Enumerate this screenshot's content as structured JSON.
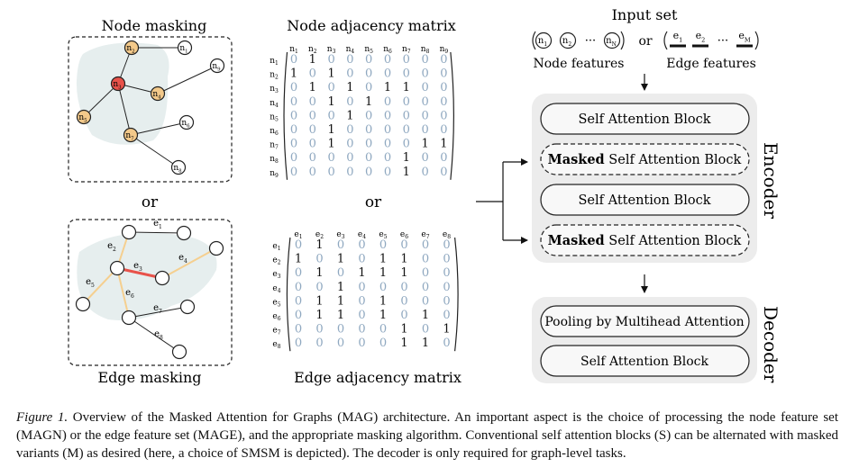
{
  "node_masking": {
    "title": "Node masking",
    "nodes": [
      {
        "sub": "2",
        "label": "n",
        "state": "neighbor"
      },
      {
        "sub": "1",
        "label": "n",
        "state": "plain"
      },
      {
        "sub": "9",
        "label": "n",
        "state": "plain"
      },
      {
        "sub": "3",
        "label": "n",
        "state": "focus"
      },
      {
        "sub": "4",
        "label": "n",
        "state": "neighbor"
      },
      {
        "sub": "5",
        "label": "n",
        "state": "neighbor"
      },
      {
        "sub": "6",
        "label": "n",
        "state": "plain"
      },
      {
        "sub": "7",
        "label": "n",
        "state": "neighbor"
      },
      {
        "sub": "8",
        "label": "n",
        "state": "plain"
      }
    ]
  },
  "or_left": "or",
  "or_mid": "or",
  "edge_masking": {
    "title": "Edge masking",
    "edges": [
      {
        "label": "e",
        "sub": "1"
      },
      {
        "label": "e",
        "sub": "2"
      },
      {
        "label": "e",
        "sub": "3"
      },
      {
        "label": "e",
        "sub": "4"
      },
      {
        "label": "e",
        "sub": "5"
      },
      {
        "label": "e",
        "sub": "6"
      },
      {
        "label": "e",
        "sub": "7"
      },
      {
        "label": "e",
        "sub": "8"
      }
    ]
  },
  "node_matrix": {
    "title": "Node adjacency matrix",
    "prefix": "n",
    "labels": [
      "1",
      "2",
      "3",
      "4",
      "5",
      "6",
      "7",
      "8",
      "9"
    ],
    "rows": [
      [
        0,
        1,
        0,
        0,
        0,
        0,
        0,
        0,
        0
      ],
      [
        1,
        0,
        1,
        0,
        0,
        0,
        0,
        0,
        0
      ],
      [
        0,
        1,
        0,
        1,
        0,
        1,
        1,
        0,
        0
      ],
      [
        0,
        0,
        1,
        0,
        1,
        0,
        0,
        0,
        0
      ],
      [
        0,
        0,
        0,
        1,
        0,
        0,
        0,
        0,
        0
      ],
      [
        0,
        0,
        1,
        0,
        0,
        0,
        0,
        0,
        0
      ],
      [
        0,
        0,
        1,
        0,
        0,
        0,
        0,
        1,
        1
      ],
      [
        0,
        0,
        0,
        0,
        0,
        0,
        1,
        0,
        0
      ],
      [
        0,
        0,
        0,
        0,
        0,
        0,
        1,
        0,
        0
      ]
    ]
  },
  "edge_matrix": {
    "title": "Edge adjacency matrix",
    "prefix": "e",
    "labels": [
      "1",
      "2",
      "3",
      "4",
      "5",
      "6",
      "7",
      "8"
    ],
    "rows": [
      [
        0,
        1,
        0,
        0,
        0,
        0,
        0,
        0
      ],
      [
        1,
        0,
        1,
        0,
        1,
        1,
        0,
        0
      ],
      [
        0,
        1,
        0,
        1,
        1,
        1,
        0,
        0
      ],
      [
        0,
        0,
        1,
        0,
        0,
        0,
        0,
        0
      ],
      [
        0,
        1,
        1,
        0,
        1,
        0,
        0,
        0
      ],
      [
        0,
        1,
        1,
        0,
        1,
        0,
        1,
        0
      ],
      [
        0,
        0,
        0,
        0,
        0,
        1,
        0,
        1
      ],
      [
        0,
        0,
        0,
        0,
        0,
        1,
        1,
        0
      ]
    ]
  },
  "input_set": {
    "title": "Input set",
    "or": "or",
    "dots": "···",
    "node_caption": "Node features",
    "edge_caption": "Edge features",
    "node_items": [
      {
        "label": "n",
        "sub": "1"
      },
      {
        "label": "n",
        "sub": "2"
      },
      {
        "label": "n",
        "sub": "N"
      }
    ],
    "edge_items": [
      {
        "label": "e",
        "sub": "1"
      },
      {
        "label": "e",
        "sub": "2"
      },
      {
        "label": "e",
        "sub": "M"
      }
    ]
  },
  "encoder": {
    "label": "Encoder",
    "blocks": [
      {
        "bold": "",
        "text": "Self Attention Block",
        "dashed": false
      },
      {
        "bold": "Masked",
        "text": " Self Attention Block",
        "dashed": true
      },
      {
        "bold": "",
        "text": "Self Attention Block",
        "dashed": false
      },
      {
        "bold": "Masked",
        "text": " Self Attention Block",
        "dashed": true
      }
    ]
  },
  "decoder": {
    "label": "Decoder",
    "blocks": [
      {
        "text": "Pooling by Multihead Attention"
      },
      {
        "text": "Self Attention Block"
      }
    ]
  },
  "caption": {
    "label": "Figure 1.",
    "text": " Overview of the Masked Attention for Graphs (MAG) architecture. An important aspect is the choice of processing the node feature set (MAGN) or the edge feature set (MAGE), and the appropriate masking algorithm. Conventional self attention blocks (S) can be alternated with masked variants (M) as desired (here, a choice of SMSM is depicted). The decoder is only required for graph-level tasks."
  },
  "colors": {
    "focus": "#e8524a",
    "neighbor": "#f3c98a",
    "highlight_edge": "#e8524a",
    "neighbor_edge": "#f5cf8f",
    "blob": "#e6eeee",
    "panel": "#ececec",
    "zero": "#8fa8c0"
  }
}
